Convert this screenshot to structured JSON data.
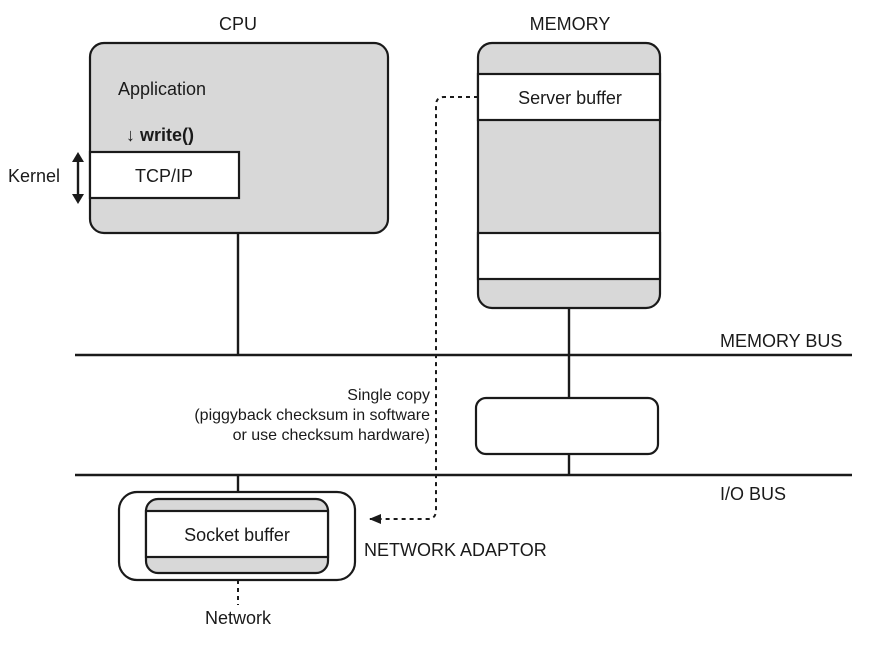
{
  "labels": {
    "cpu": "CPU",
    "memory": "MEMORY",
    "application": "Application",
    "write": "write()",
    "write_arrow": "↓",
    "kernel": "Kernel",
    "tcpip": "TCP/IP",
    "server_buffer": "Server buffer",
    "memory_bus": "MEMORY BUS",
    "io_bus": "I/O BUS",
    "single_copy_lines": [
      "Single copy",
      "(piggyback checksum in software",
      "or use checksum hardware)"
    ],
    "socket_buffer": "Socket buffer",
    "network_adaptor": "NETWORK ADAPTOR",
    "network": "Network"
  },
  "colors": {
    "box_fill": "#d8d8d8",
    "stroke": "#1a1a1a",
    "background": "#ffffff"
  }
}
